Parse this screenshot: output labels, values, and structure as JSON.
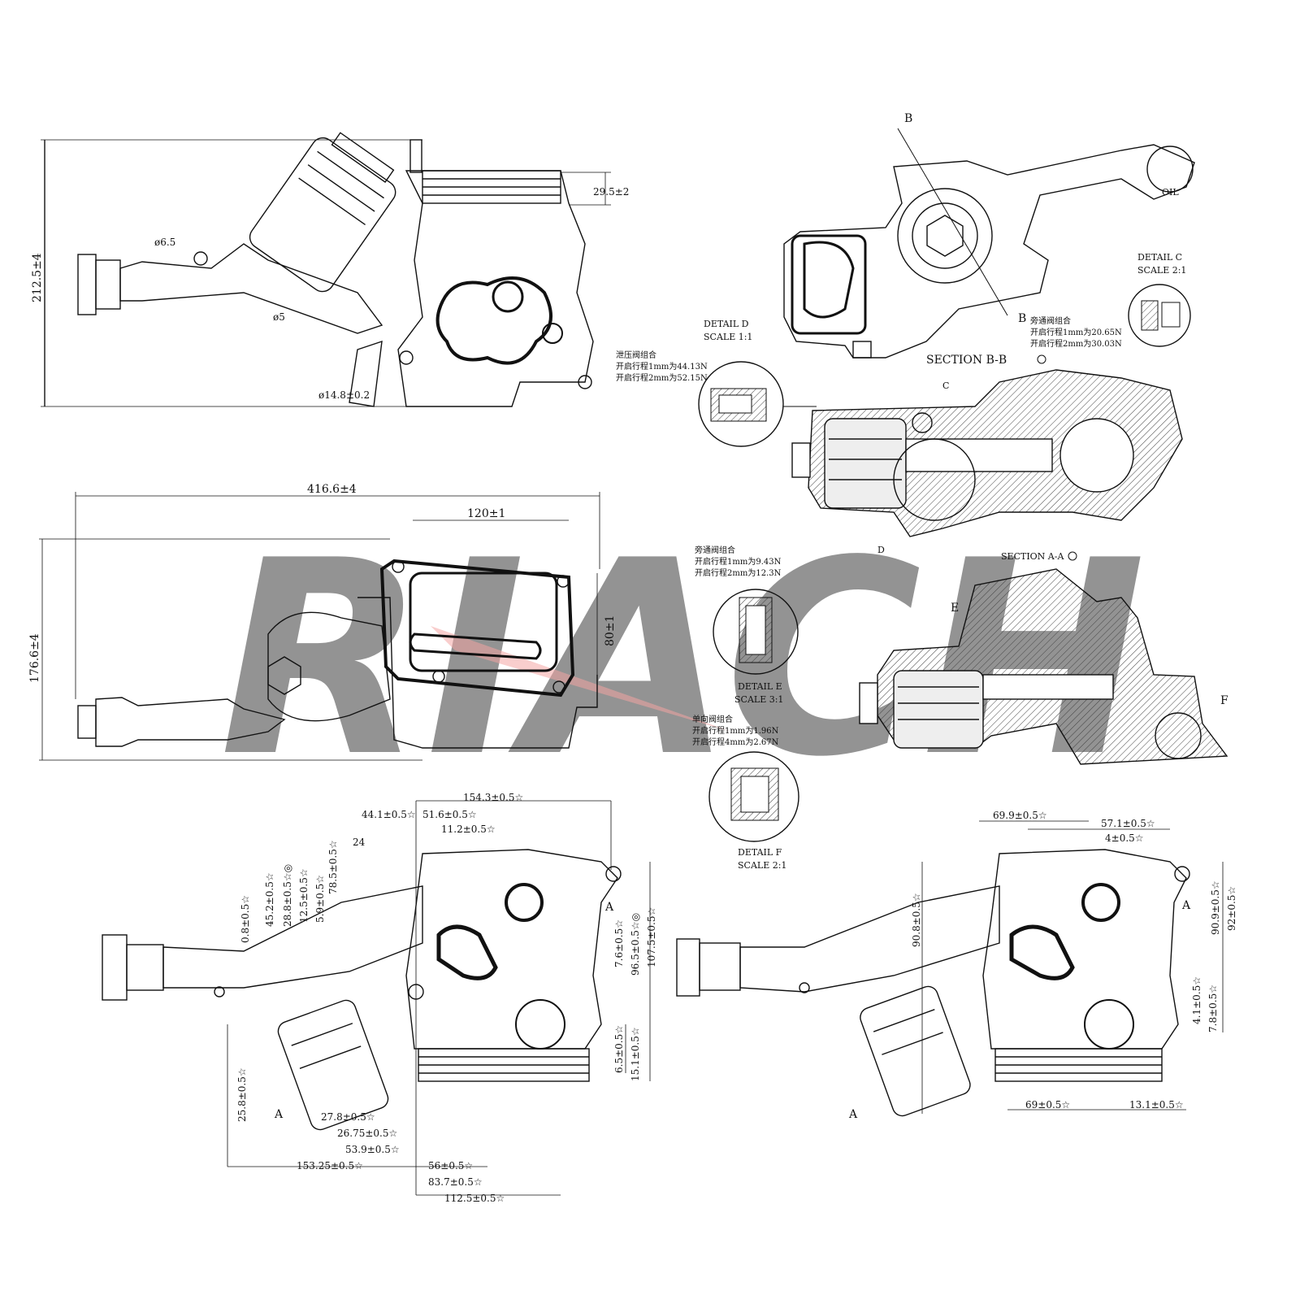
{
  "watermark": {
    "text": "RIACH",
    "color": "#9fb3cf",
    "accent": "#e53935"
  },
  "views": {
    "top_left": {
      "height_dim": "212.5±4",
      "dims": {
        "port_top": "29.5±2",
        "hole_a": "ø6.5",
        "hole_b": "ø5",
        "pipe": "ø14.8±0.2"
      }
    },
    "middle_left": {
      "overall_width": "416.6±4",
      "overall_height": "176.6±4",
      "cooler_width": "120±1",
      "cooler_height": "80±1"
    },
    "bottom_left": {
      "top_dims": [
        "154.3±0.5☆",
        "44.1±0.5☆",
        "51.6±0.5☆",
        "11.2±0.5☆"
      ],
      "left_dims": [
        "0.8±0.5☆",
        "45.2±0.5☆",
        "28.8±0.5☆◎",
        "12.5±0.5☆",
        "5.9±0.5☆",
        "78.5±0.5☆"
      ],
      "right_dims": [
        "7.6±0.5☆",
        "96.5±0.5☆◎",
        "107.5±0.5☆",
        "6.5±0.5☆",
        "15.1±0.5☆"
      ],
      "bottom_dims": [
        "27.8±0.5☆",
        "26.75±0.5☆",
        "53.9±0.5☆",
        "153.25±0.5☆",
        "56±0.5☆",
        "83.7±0.5☆",
        "112.5±0.5☆"
      ],
      "side_dim": "25.8±0.5☆",
      "label_24": "24",
      "label_a1": "A",
      "label_a2": "A"
    },
    "bottom_right": {
      "top_dims": [
        "69.9±0.5☆",
        "57.1±0.5☆",
        "4±0.5☆"
      ],
      "left_dim": "90.8±0.5☆",
      "right_dims": [
        "90.9±0.5☆",
        "92±0.5☆",
        "4.1±0.5☆",
        "7.8±0.5☆"
      ],
      "bottom_dims": [
        "69±0.5☆",
        "13.1±0.5☆"
      ],
      "label_a1": "A",
      "label_a2": "A"
    },
    "top_right": {
      "label_b1": "B",
      "label_b2": "B",
      "cap_text": "OIL",
      "section_title": "SECTION B-B",
      "label_c": "C",
      "label_d": "D"
    },
    "section_aa": {
      "title": "SECTION A-A",
      "label_e": "E",
      "label_f": "F"
    }
  },
  "details": {
    "d": {
      "title": "DETAIL D",
      "scale": "SCALE 1:1",
      "lines": [
        "泄压阀组合",
        "开启行程1mm为44.13N",
        "开启行程2mm为52.15N"
      ]
    },
    "c": {
      "title": "DETAIL C",
      "scale": "SCALE 2:1",
      "lines": [
        "旁通阀组合",
        "开启行程1mm为20.65N",
        "开启行程2mm为30.03N"
      ]
    },
    "e": {
      "title": "DETAIL E",
      "scale": "SCALE 3:1",
      "lines": [
        "旁通阀组合",
        "开启行程1mm为9.43N",
        "开启行程2mm为12.3N"
      ]
    },
    "f": {
      "title": "DETAIL F",
      "scale": "SCALE 2:1",
      "lines": [
        "单向阀组合",
        "开启行程1mm为1.96N",
        "开启行程4mm为2.67N"
      ]
    }
  }
}
